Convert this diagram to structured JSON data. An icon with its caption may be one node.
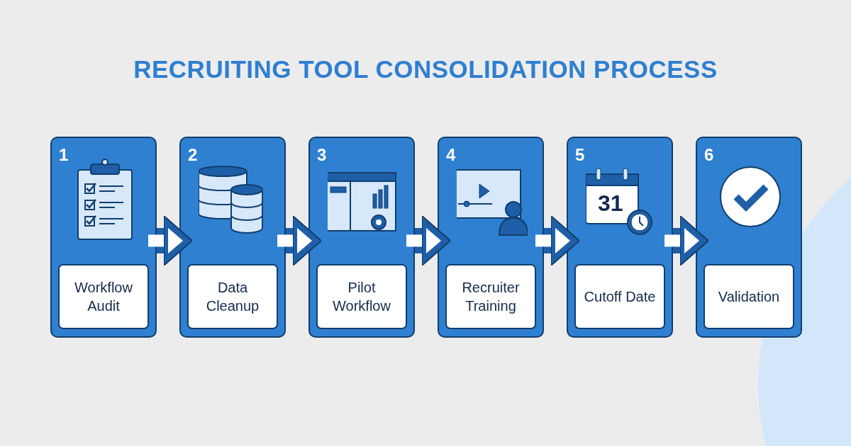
{
  "diagram": {
    "title": "RECRUITING TOOL CONSOLIDATION PROCESS",
    "nodes": [
      {
        "text": [
          "1",
          "Workflow Audit"
        ]
      },
      {
        "text": [
          "2",
          "Data Cleanup"
        ]
      },
      {
        "text": [
          "3",
          "Pilot Workflow"
        ]
      },
      {
        "text": [
          "4",
          "Recruiter Training"
        ]
      },
      {
        "text": [
          "5",
          "Cutoff Date"
        ]
      },
      {
        "text": [
          "6",
          "Validation"
        ]
      }
    ],
    "edges": [
      {
        "from": 0,
        "to": 1,
        "arrow": "to"
      },
      {
        "from": 1,
        "to": 2,
        "arrow": "to"
      },
      {
        "from": 2,
        "to": 3,
        "arrow": "to"
      },
      {
        "from": 3,
        "to": 4,
        "arrow": "to"
      },
      {
        "from": 4,
        "to": 5,
        "arrow": "to"
      }
    ],
    "labels": [
      "31"
    ]
  }
}
